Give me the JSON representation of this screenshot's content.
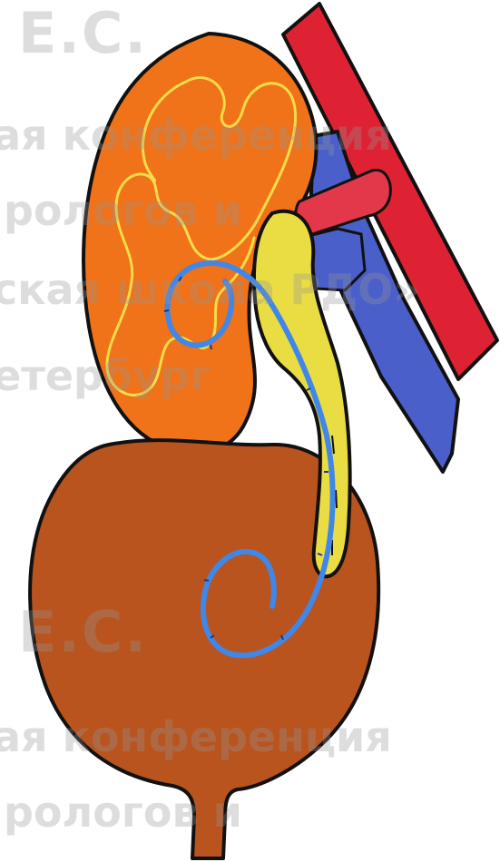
{
  "watermark": {
    "line1": "Е.С.",
    "line2": "ая конференция",
    "line3": "рологов и",
    "line4": "ская школа РДО»",
    "line5": "етербург",
    "line6": "Е.С.",
    "line7": "ая конференция",
    "line8": "рологов и"
  },
  "colors": {
    "kidney": "#f07219",
    "bladder": "#b9541f",
    "pelvis": "#eadc43",
    "artery": "#de2233",
    "vein": "#4a5fca",
    "stent": "#3f87e8",
    "calyx_outline": "#f5dc4a",
    "outline": "#111111"
  }
}
